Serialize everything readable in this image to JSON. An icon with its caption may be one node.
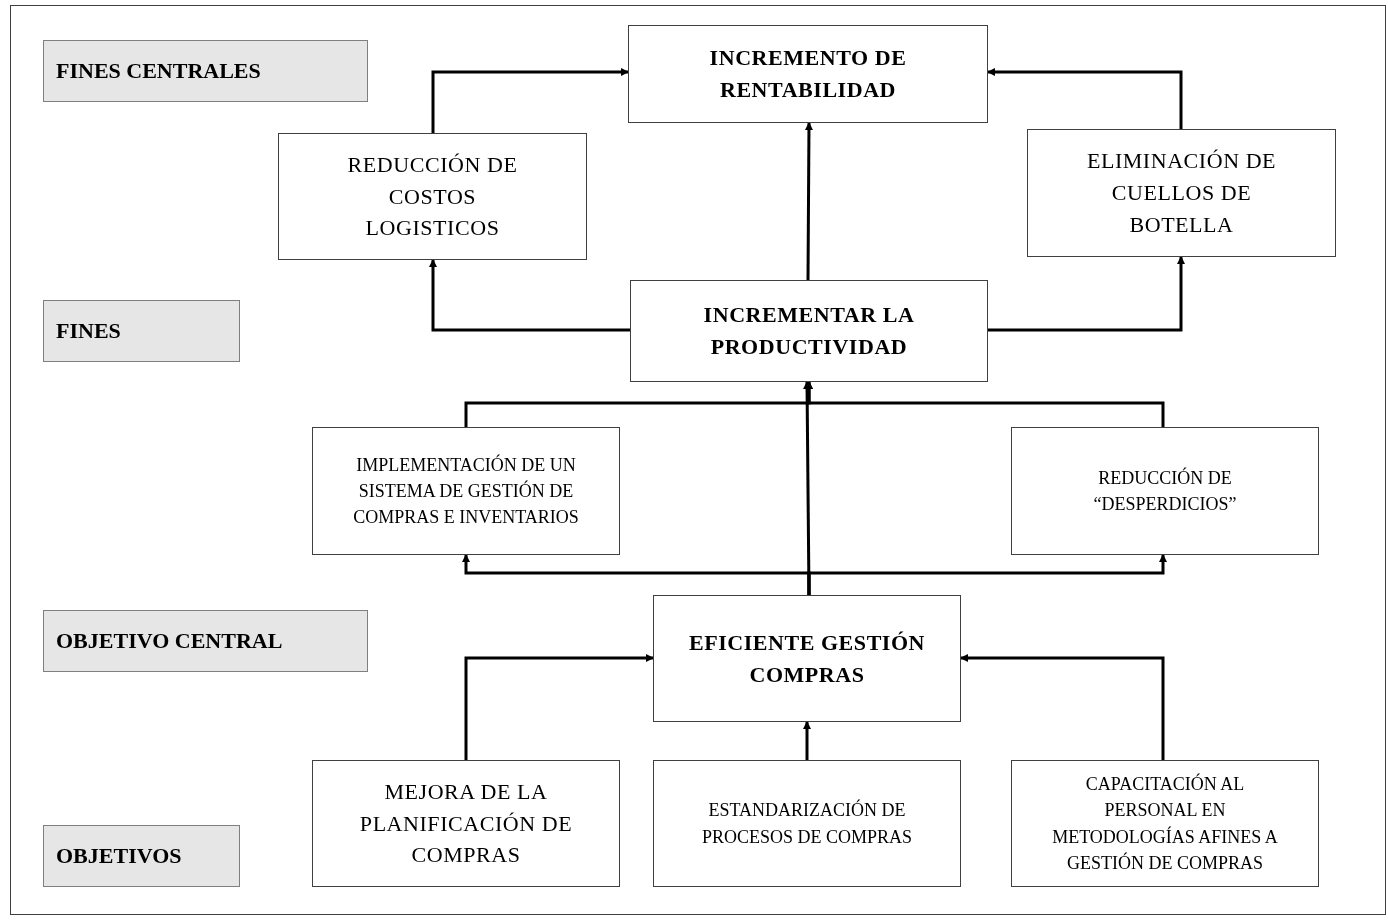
{
  "diagram": {
    "nodes": [
      {
        "text": [
          "FINES CENTRALES"
        ]
      },
      {
        "text": [
          "INCREMENTO DE RENTABILIDAD"
        ]
      },
      {
        "text": [
          "REDUCCIÓN DE COSTOS LOGISTICOS"
        ]
      },
      {
        "text": [
          "ELIMINACIÓN DE CUELLOS DE BOTELLA"
        ]
      },
      {
        "text": [
          "FINES"
        ]
      },
      {
        "text": [
          "INCREMENTAR LA PRODUCTIVIDAD"
        ]
      },
      {
        "text": [
          "IMPLEMENTACIÓN DE UN SISTEMA DE GESTIÓN DE COMPRAS E INVENTARIOS"
        ]
      },
      {
        "text": [
          "REDUCCIÓN DE “DESPERDICIOS”"
        ]
      },
      {
        "text": [
          "OBJETIVO CENTRAL"
        ]
      },
      {
        "text": [
          "EFICIENTE GESTIÓN COMPRAS"
        ]
      },
      {
        "text": [
          "OBJETIVOS"
        ]
      },
      {
        "text": [
          "MEJORA DE LA PLANIFICACIÓN DE COMPRAS"
        ]
      },
      {
        "text": [
          "ESTANDARIZACIÓN DE PROCESOS DE COMPRAS"
        ]
      },
      {
        "text": [
          "CAPACITACIÓN AL PERSONAL EN METODOLOGÍAS AFINES A GESTIÓN DE COMPRAS"
        ]
      }
    ],
    "edges": [
      {
        "from": 2,
        "to": 1,
        "arrow": "to"
      },
      {
        "from": 3,
        "to": 1,
        "arrow": "to"
      },
      {
        "from": 5,
        "to": 1,
        "arrow": "to"
      },
      {
        "from": 5,
        "to": 2,
        "arrow": "to"
      },
      {
        "from": 5,
        "to": 3,
        "arrow": "to"
      },
      {
        "from": 9,
        "to": 5,
        "arrow": "to"
      },
      {
        "from": 6,
        "to": 5,
        "arrow": "to"
      },
      {
        "from": 7,
        "to": 5,
        "arrow": "to"
      },
      {
        "from": 9,
        "to": 6,
        "arrow": "to"
      },
      {
        "from": 9,
        "to": 7,
        "arrow": "to"
      },
      {
        "from": 11,
        "to": 9,
        "arrow": "to"
      },
      {
        "from": 12,
        "to": 9,
        "arrow": "to"
      },
      {
        "from": 13,
        "to": 9,
        "arrow": "to"
      }
    ]
  }
}
